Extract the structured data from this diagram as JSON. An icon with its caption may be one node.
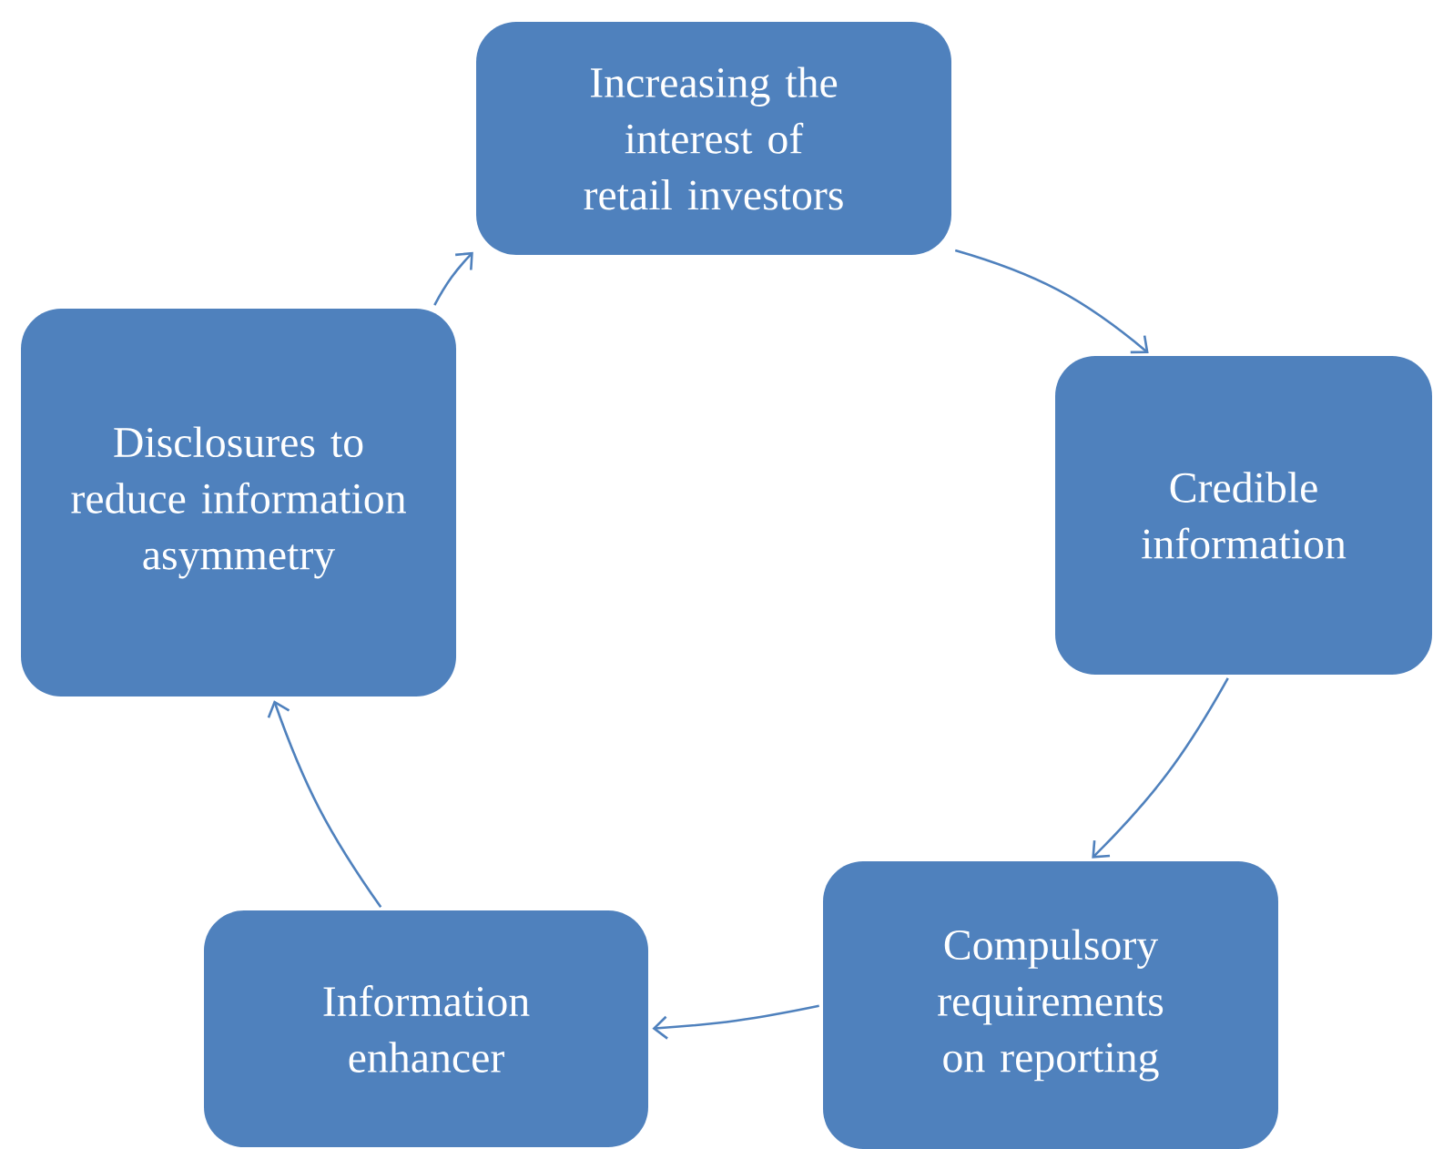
{
  "diagram": {
    "nodes": [
      {
        "text": [
          "Increasing the interest of retail investors"
        ]
      },
      {
        "text": [
          "Credible information"
        ]
      },
      {
        "text": [
          "Compulsory requirements on reporting"
        ]
      },
      {
        "text": [
          "Information enhancer"
        ]
      },
      {
        "text": [
          "Disclosures to reduce information asymmetry"
        ]
      }
    ],
    "edges": [
      {
        "from": 0,
        "to": 1,
        "arrow": "to"
      },
      {
        "from": 1,
        "to": 2,
        "arrow": "to"
      },
      {
        "from": 2,
        "to": 3,
        "arrow": "to"
      },
      {
        "from": 3,
        "to": 4,
        "arrow": "to"
      },
      {
        "from": 4,
        "to": 0,
        "arrow": "to"
      }
    ]
  }
}
